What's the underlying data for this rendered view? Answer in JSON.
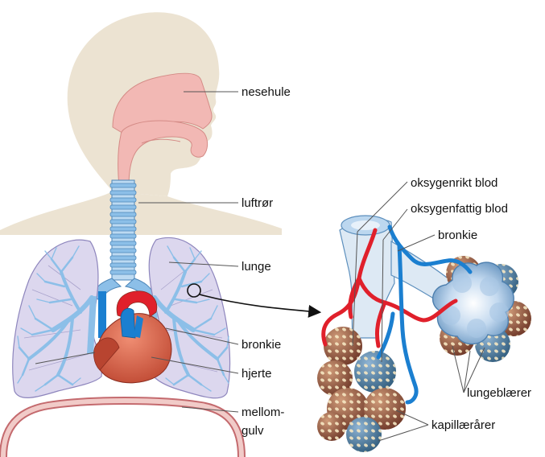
{
  "labels": {
    "nasal_cavity": "nesehule",
    "trachea": "luftrør",
    "lung": "lunge",
    "bronchus_left": "bronkie",
    "heart": "hjerte",
    "diaphragm_line1": "mellom-",
    "diaphragm_line2": "gulv",
    "oxygen_rich": "oksygenrikt blod",
    "oxygen_poor": "oksygenfattig blod",
    "bronchus_right": "bronkie",
    "alveoli": "lungeblærer",
    "capillaries": "kapillærårer"
  },
  "colors": {
    "skin": "#ece3d2",
    "nasal": "#f2b8b4",
    "lung_fill": "#dcd7ee",
    "lung_outline": "#8e86bd",
    "airway": "#8cbfe8",
    "oxygen_rich_blood": "#e0202b",
    "oxygen_poor_blood": "#1b7fd0",
    "heart": "#d9634e",
    "alveolus_brown": "#8a4c3a",
    "alveolus_blue": "#3a6f9a"
  }
}
